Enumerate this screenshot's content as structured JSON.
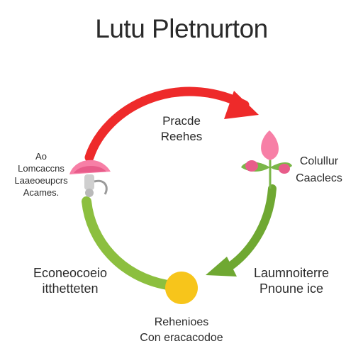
{
  "title": "Lutu Pletnurton",
  "colors": {
    "arc_red": "#ee2a2a",
    "arc_green": "#8cbf3f",
    "arrow_green": "#6fa832",
    "flower_pink": "#f77fa6",
    "flower_pink_dark": "#e85c8a",
    "leaf_green": "#7ab648",
    "seed_yellow": "#f7c51b"
  },
  "labels": {
    "top": [
      "Pracde",
      "Reehes"
    ],
    "right": [
      "Colullur",
      "Caaclecs"
    ],
    "left": [
      "Ao",
      "Lomcaccns",
      "Laaeoeupcrs",
      "Acames."
    ],
    "bottom_left": [
      "Econeocoeio",
      "itthetteten"
    ],
    "bottom_right": [
      "Laumnoiterre",
      "Pnoune ice"
    ],
    "bottom": [
      "Rehenioes",
      "Con eracacodoe"
    ]
  },
  "icons": {
    "flower": "pink-flower-icon",
    "mushroom": "pink-mushroom-icon",
    "seed": "yellow-seed-icon"
  }
}
